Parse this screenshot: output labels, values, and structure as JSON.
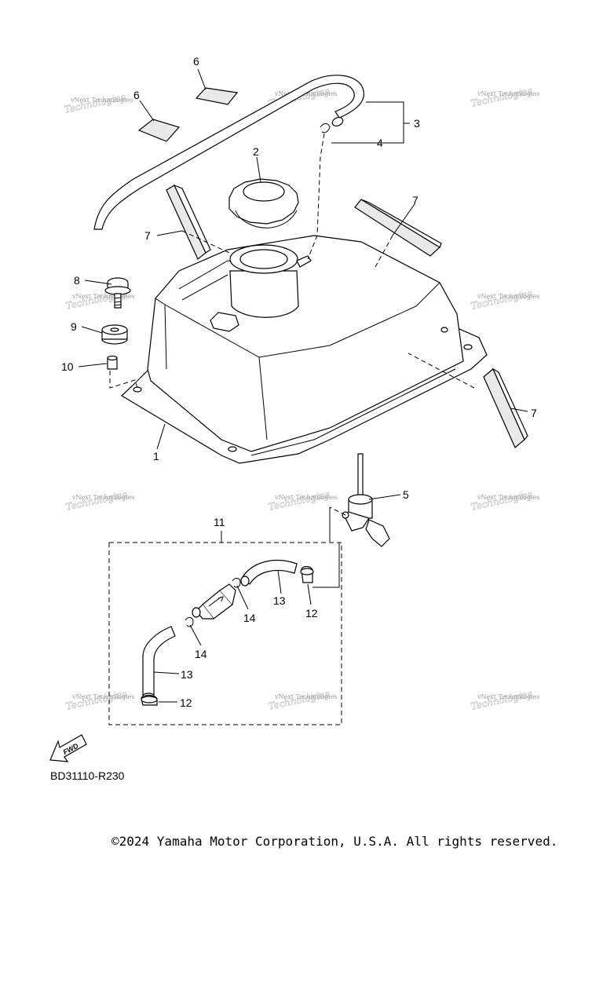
{
  "diagram": {
    "callouts": [
      {
        "id": "c1",
        "label": "1"
      },
      {
        "id": "c2",
        "label": "2"
      },
      {
        "id": "c3",
        "label": "3"
      },
      {
        "id": "c4",
        "label": "4"
      },
      {
        "id": "c5",
        "label": "5"
      },
      {
        "id": "c6a",
        "label": "6"
      },
      {
        "id": "c6b",
        "label": "6"
      },
      {
        "id": "c7a",
        "label": "7"
      },
      {
        "id": "c7b",
        "label": "7"
      },
      {
        "id": "c7c",
        "label": "7"
      },
      {
        "id": "c8",
        "label": "8"
      },
      {
        "id": "c9",
        "label": "9"
      },
      {
        "id": "c10",
        "label": "10"
      },
      {
        "id": "c11",
        "label": "11"
      },
      {
        "id": "c12a",
        "label": "12"
      },
      {
        "id": "c12b",
        "label": "12"
      },
      {
        "id": "c13a",
        "label": "13"
      },
      {
        "id": "c13b",
        "label": "13"
      },
      {
        "id": "c14a",
        "label": "14"
      },
      {
        "id": "c14b",
        "label": "14"
      }
    ],
    "fwd_label": "FWD",
    "diagram_code": "BD31110-R230",
    "watermark_small": "vNext Technologies",
    "watermark_large": "Technologies"
  },
  "footer": {
    "copyright": "©2024 Yamaha Motor Corporation, U.S.A. All rights reserved."
  }
}
